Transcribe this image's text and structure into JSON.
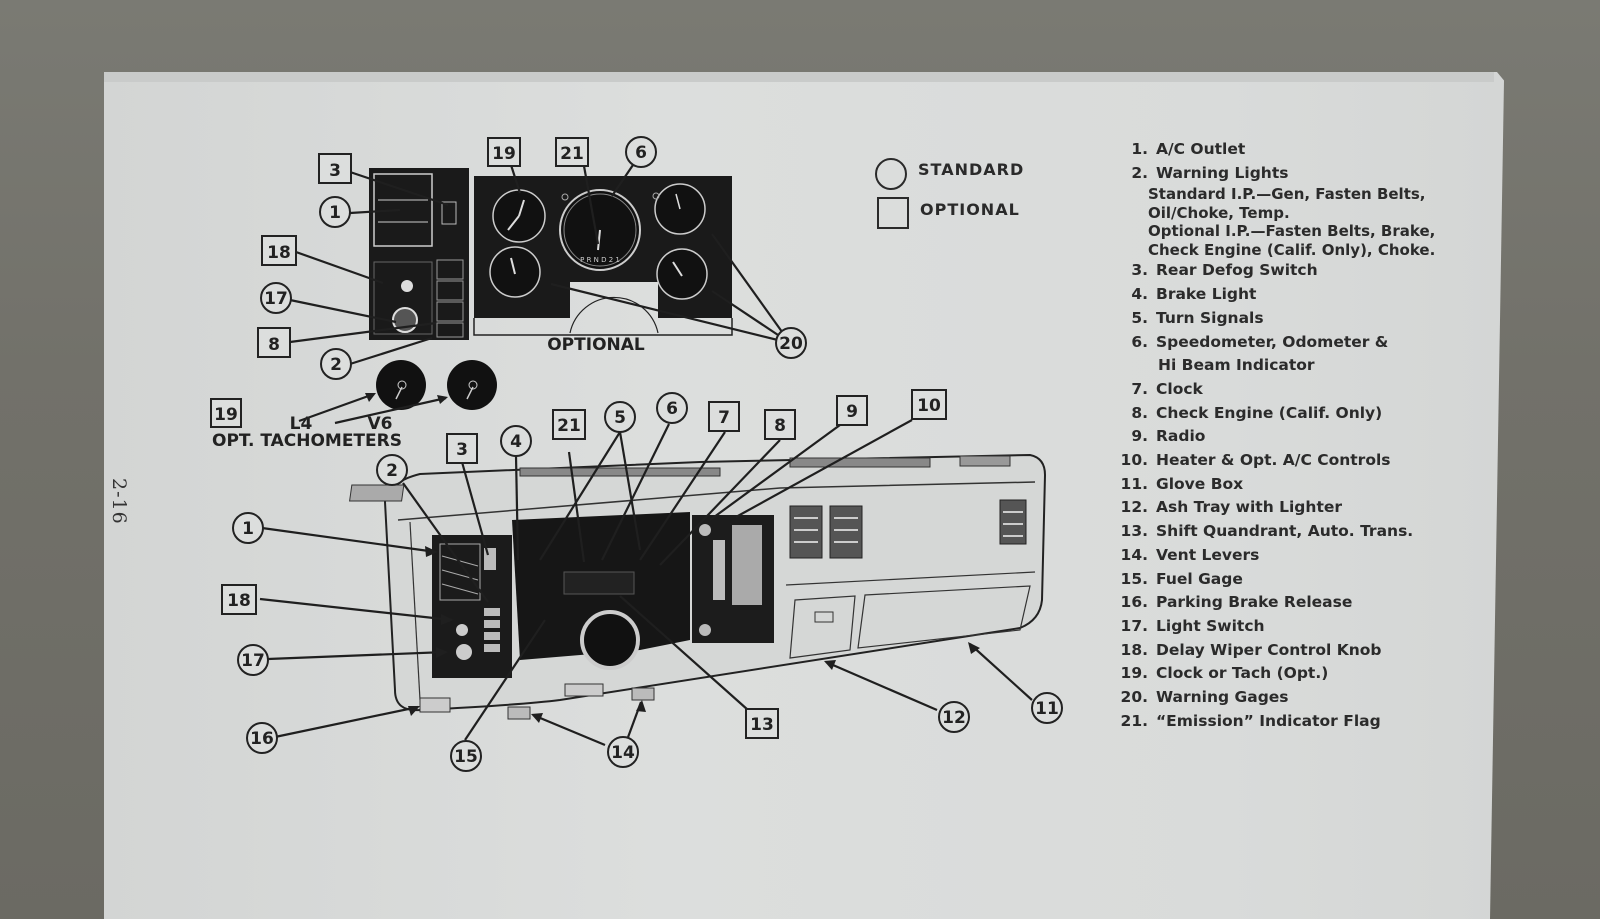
{
  "page": {
    "page_number": "2-16"
  },
  "legend": {
    "standard_label": "STANDARD",
    "optional_label": "OPTIONAL",
    "standard_shape": "circle",
    "optional_shape": "square"
  },
  "upper_diagram": {
    "caption": "OPTIONAL",
    "tachometers_caption": "OPT. TACHOMETERS",
    "tach_l4": "L4",
    "tach_v6": "V6",
    "callouts": [
      {
        "n": "3",
        "shape": "square"
      },
      {
        "n": "1",
        "shape": "circle"
      },
      {
        "n": "18",
        "shape": "square"
      },
      {
        "n": "17",
        "shape": "circle"
      },
      {
        "n": "8",
        "shape": "square"
      },
      {
        "n": "2",
        "shape": "circle"
      },
      {
        "n": "19",
        "shape": "square"
      },
      {
        "n": "21",
        "shape": "square"
      },
      {
        "n": "6",
        "shape": "circle"
      },
      {
        "n": "20",
        "shape": "circle"
      },
      {
        "n": "19",
        "shape": "square"
      }
    ]
  },
  "lower_diagram": {
    "callouts": [
      {
        "n": "2",
        "shape": "circle"
      },
      {
        "n": "3",
        "shape": "square"
      },
      {
        "n": "4",
        "shape": "circle"
      },
      {
        "n": "21",
        "shape": "square"
      },
      {
        "n": "5",
        "shape": "circle"
      },
      {
        "n": "6",
        "shape": "circle"
      },
      {
        "n": "7",
        "shape": "square"
      },
      {
        "n": "8",
        "shape": "square"
      },
      {
        "n": "9",
        "shape": "square"
      },
      {
        "n": "10",
        "shape": "square"
      },
      {
        "n": "1",
        "shape": "circle"
      },
      {
        "n": "18",
        "shape": "square"
      },
      {
        "n": "17",
        "shape": "circle"
      },
      {
        "n": "16",
        "shape": "circle"
      },
      {
        "n": "15",
        "shape": "circle"
      },
      {
        "n": "14",
        "shape": "circle"
      },
      {
        "n": "13",
        "shape": "square"
      },
      {
        "n": "12",
        "shape": "circle"
      },
      {
        "n": "11",
        "shape": "circle"
      }
    ]
  },
  "parts_list": [
    {
      "num": "1.",
      "label": "A/C Outlet"
    },
    {
      "num": "2.",
      "label": "Warning Lights",
      "sub": [
        "Standard I.P.—Gen, Fasten Belts,",
        "Oil/Choke, Temp.",
        "Optional I.P.—Fasten Belts, Brake,",
        "Check Engine (Calif. Only), Choke."
      ]
    },
    {
      "num": "3.",
      "label": "Rear Defog Switch"
    },
    {
      "num": "4.",
      "label": "Brake Light"
    },
    {
      "num": "5.",
      "label": "Turn Signals"
    },
    {
      "num": "6.",
      "label": "Speedometer, Odometer &",
      "cont": "Hi Beam Indicator"
    },
    {
      "num": "7.",
      "label": "Clock"
    },
    {
      "num": "8.",
      "label": "Check Engine (Calif. Only)"
    },
    {
      "num": "9.",
      "label": "Radio"
    },
    {
      "num": "10.",
      "label": "Heater & Opt. A/C Controls"
    },
    {
      "num": "11.",
      "label": "Glove Box"
    },
    {
      "num": "12.",
      "label": "Ash Tray with Lighter"
    },
    {
      "num": "13.",
      "label": "Shift Quandrant, Auto. Trans."
    },
    {
      "num": "14.",
      "label": "Vent Levers"
    },
    {
      "num": "15.",
      "label": "Fuel Gage"
    },
    {
      "num": "16.",
      "label": "Parking Brake Release"
    },
    {
      "num": "17.",
      "label": "Light Switch"
    },
    {
      "num": "18.",
      "label": "Delay Wiper Control Knob"
    },
    {
      "num": "19.",
      "label": "Clock or Tach (Opt.)"
    },
    {
      "num": "20.",
      "label": "Warning Gages"
    },
    {
      "num": "21.",
      "label": "“Emission” Indicator Flag"
    }
  ]
}
